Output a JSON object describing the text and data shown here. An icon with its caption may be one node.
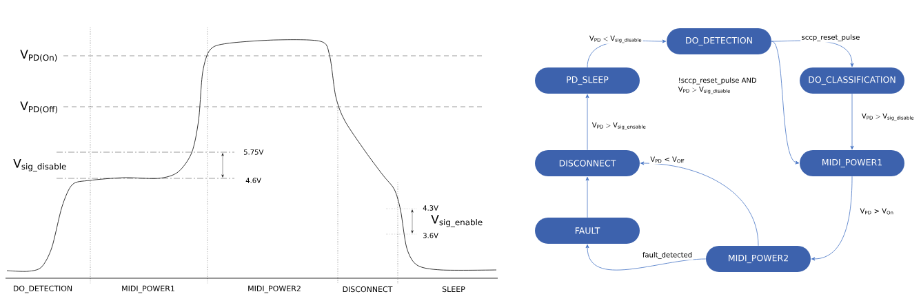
{
  "diagram": {
    "nodes": [
      {
        "text": [
          "DO_DETECTION"
        ]
      },
      {
        "text": [
          "PD_SLEEP"
        ]
      },
      {
        "text": [
          "DO_CLASSIFICATION"
        ]
      },
      {
        "text": [
          "DISCONNECT"
        ]
      },
      {
        "text": [
          "MIDI_POWER1"
        ]
      },
      {
        "text": [
          "FAULT"
        ]
      },
      {
        "text": [
          "MIDI_POWER2"
        ]
      }
    ],
    "edges": [
      {
        "from": 1,
        "to": 0,
        "arrow": "to",
        "label": "\\mathrm{V}_{\\mathrm{PD}} < \\mathrm{V}_{\\text{sig\\_disable}}"
      },
      {
        "from": 0,
        "to": 2,
        "arrow": "to",
        "label": "sccp_reset_pulse"
      },
      {
        "from": 0,
        "to": 4,
        "arrow": "to",
        "label": "\\begin{array}{@{}l@{}}\\text{!sccp\\_reset\\_pulse AND}\\\\ \\mathrm{V}_{\\mathrm{PD}} > \\mathrm{V}_{\\text{sig\\_disable}}\\end{array}"
      },
      {
        "from": 2,
        "to": 4,
        "arrow": "to",
        "label": "\\mathrm{V}_{\\mathrm{PD}} > \\mathrm{V}_{\\text{sig\\_disable}}"
      },
      {
        "from": 3,
        "to": 1,
        "arrow": "to",
        "label": "\\mathrm{V}_{\\mathrm{PD}} > \\mathrm{V}_{\\text{sig\\_ensable}}"
      },
      {
        "from": 6,
        "to": 3,
        "arrow": "to",
        "label": "V$_{PD}$ < V$_{Off}$"
      },
      {
        "from": 4,
        "to": 6,
        "arrow": "to",
        "label": "V$_{PD}$ > V$_{On}$"
      },
      {
        "from": 6,
        "to": 5,
        "arrow": "to",
        "label": "fault_detected"
      },
      {
        "from": 5,
        "to": 3,
        "arrow": "to"
      }
    ],
    "labels": [
      "V$_{PD(On)}$",
      "V$_{PD(Off)}$",
      "5.75V",
      "\\mathrm{V}_{\\text{sig\\_disable}}",
      "4.6V",
      "4.3V",
      "\\mathrm{V}_{\\text{sig\\_enable}}",
      "3.6V",
      "DO_DETECTION",
      "MIDI_POWER1",
      "MIDI_POWER2",
      "DISCONNECT",
      "SLEEP"
    ]
  }
}
